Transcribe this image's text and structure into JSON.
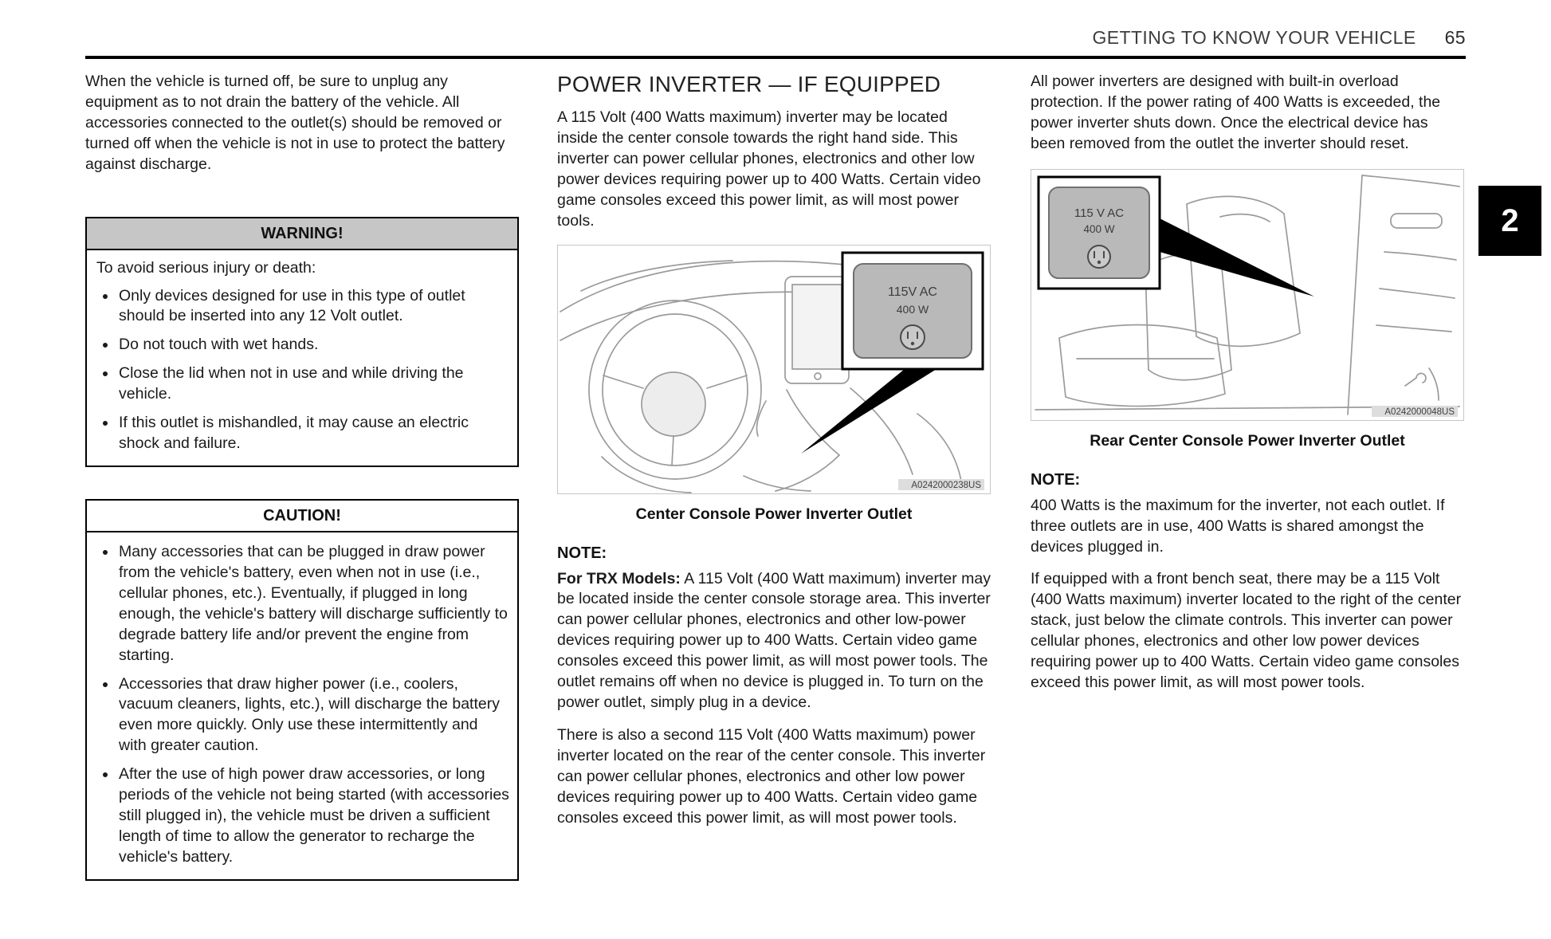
{
  "header": {
    "title": "GETTING TO KNOW YOUR VEHICLE",
    "page_number": "65",
    "chapter_tab": "2"
  },
  "col1": {
    "intro": "When the vehicle is turned off, be sure to unplug any equipment as to not drain the battery of the vehicle. All accessories connected to the outlet(s) should be removed or turned off when the vehicle is not in use to protect the battery against discharge.",
    "warning": {
      "title": "WARNING!",
      "lead": "To avoid serious injury or death:",
      "bullets": [
        "Only devices designed for use in this type of outlet should be inserted into any 12 Volt outlet.",
        "Do not touch with wet hands.",
        "Close the lid when not in use and while driving the vehicle.",
        "If this outlet is mishandled, it may cause an electric shock and failure."
      ]
    },
    "caution": {
      "title": "CAUTION!",
      "bullets": [
        "Many accessories that can be plugged in draw power from the vehicle's battery, even when not in use (i.e., cellular phones, etc.). Eventually, if plugged in long enough, the vehicle's battery will discharge sufficiently to degrade battery life and/or prevent the engine from starting.",
        "Accessories that draw higher power (i.e., coolers, vacuum cleaners, lights, etc.), will discharge the battery even more quickly. Only use these intermittently and with greater caution.",
        "After the use of high power draw accessories, or long periods of the vehicle not being started (with accessories still plugged in), the vehicle must be driven a sufficient length of time to allow the generator to recharge the vehicle's battery."
      ]
    }
  },
  "col2": {
    "heading": "POWER INVERTER — IF EQUIPPED",
    "para1": "A 115 Volt (400 Watts maximum) inverter may be located inside the center console towards the right hand side. This inverter can power cellular phones, electronics and other low power devices requiring power up to 400 Watts. Certain video game consoles exceed this power limit, as will most power tools.",
    "figure": {
      "callout_line1": "115V AC",
      "callout_line2": "400 W",
      "code": "A0242000238US",
      "caption": "Center Console Power Inverter Outlet"
    },
    "note_label": "NOTE:",
    "trx_label": "For TRX Models:",
    "trx_text": "A 115 Volt (400 Watt maximum) inverter may be located inside the center console storage area. This inverter can power cellular phones, electronics and other low-power devices requiring power up to 400 Watts. Certain video game consoles exceed this power limit, as will most power tools. The outlet remains off when no device is plugged in. To turn on the power outlet, simply plug in a device.",
    "para2": "There is also a second 115 Volt (400 Watts maximum) power inverter located on the rear of the center console. This inverter can power cellular phones, electronics and other low power devices requiring power up to 400 Watts. Certain video game consoles exceed this power limit, as will most power tools."
  },
  "col3": {
    "para1": "All power inverters are designed with built-in overload protection. If the power rating of 400 Watts is exceeded, the power inverter shuts down. Once the electrical device has been removed from the outlet the inverter should reset.",
    "figure": {
      "callout_line1": "115 V AC",
      "callout_line2": "400 W",
      "code": "A0242000048US",
      "caption": "Rear Center Console Power Inverter Outlet"
    },
    "note_label": "NOTE:",
    "note_para1": "400 Watts is the maximum for the inverter, not each outlet. If three outlets are in use, 400 Watts is shared amongst the devices plugged in.",
    "note_para2": "If equipped with a front bench seat, there may be a 115 Volt (400 Watts maximum) inverter located to the right of the center stack, just below the climate controls. This inverter can power cellular phones, electronics and other low power devices requiring power up to 400 Watts. Certain video game consoles exceed this power limit, as will most power tools."
  }
}
